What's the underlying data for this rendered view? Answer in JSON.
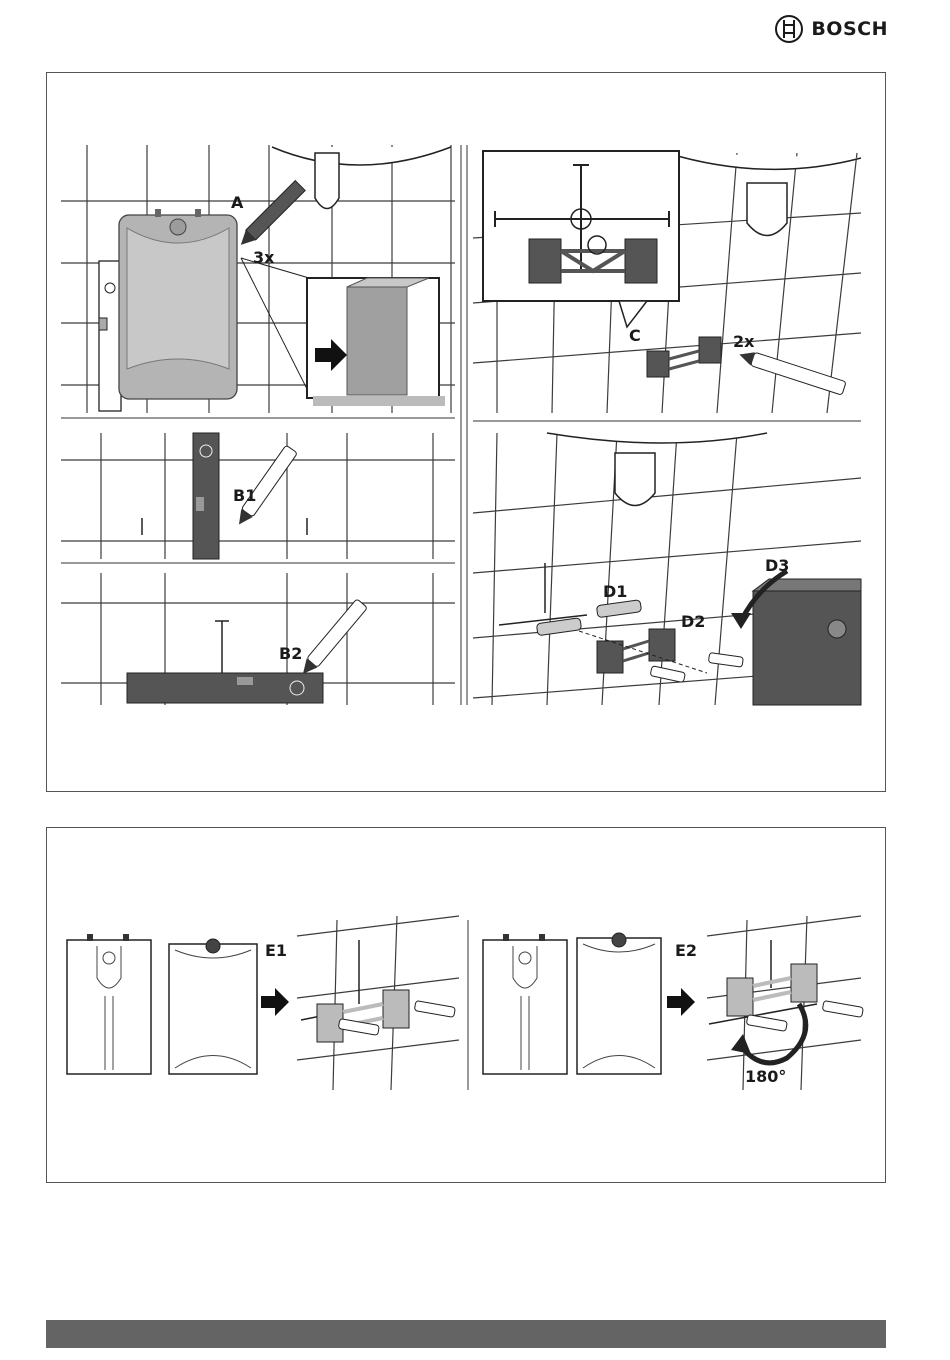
{
  "header": {
    "brand": "BOSCH"
  },
  "figure1": {
    "steps": {
      "a": "A",
      "a_count": "3x",
      "b1": "B1",
      "b2": "B2",
      "c": "C",
      "c_count": "2x",
      "d1": "D1",
      "d2": "D2",
      "d3": "D3"
    }
  },
  "figure2": {
    "steps": {
      "e1": "E1",
      "e2": "E2",
      "rotation": "180°"
    }
  },
  "colors": {
    "tile_line": "#3c3c3c",
    "device_grey": "#b4b4b4",
    "bracket_dark": "#555555",
    "footer_bar": "#646464"
  }
}
